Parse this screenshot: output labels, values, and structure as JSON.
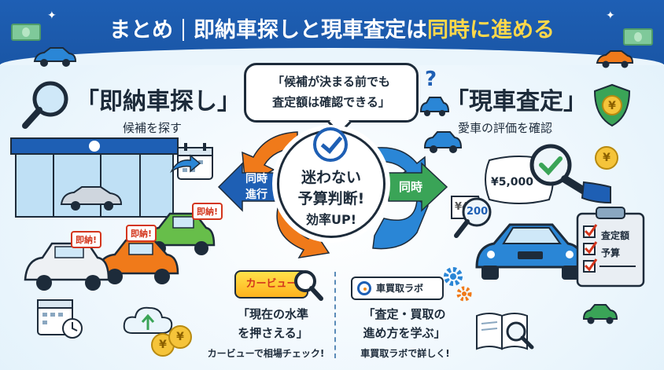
{
  "header": {
    "title_part1": "まとめ",
    "title_part2": "即納車探しと現車査定は",
    "title_highlight": "同時に進める"
  },
  "left": {
    "heading": "「即納車探し」",
    "subheading": "候補を探す",
    "badges": [
      "即納!",
      "即納!",
      "即納!"
    ]
  },
  "right": {
    "heading": "「現車査定」",
    "subheading": "愛車の評価を確認",
    "price_tag": "¥5,000",
    "price_partial": "¥4",
    "price_mag": "200",
    "coin_symbol": "¥",
    "checklist": [
      "査定額",
      "予算"
    ]
  },
  "bubble": {
    "line1": "「候補が決まる前でも",
    "line2": "査定額は確認できる」"
  },
  "center": {
    "line1": "迷わない",
    "line2": "予算判断!",
    "line3": "効率UP!"
  },
  "arrows": {
    "left_label_1": "同時",
    "left_label_2": "進行",
    "right_label": "同時"
  },
  "cards": {
    "left": {
      "tag": "カービュー",
      "title_1": "「現在の水準",
      "title_2": "を押さえる」",
      "note": "カービューで相場チェック!"
    },
    "right": {
      "tag": "車買取ラボ",
      "title_1": "「査定・買取の",
      "title_2": "進め方を学ぶ」",
      "note": "車買取ラボで詳しく!"
    }
  },
  "bottom_coins": [
    "¥",
    "¥"
  ],
  "colors": {
    "header_blue": "#1e5fb4",
    "highlight_yellow": "#ffd84a",
    "arrow_orange": "#f07a1a",
    "arrow_blue": "#2a86d6",
    "arrow_green": "#3aa457",
    "shield_green": "#3aa457"
  },
  "icons": [
    "magnifier-icon",
    "calendar-icon",
    "question-mark-icon",
    "shield-yen-icon",
    "check-circle-icon",
    "clock-icon",
    "cloud-upload-icon",
    "gear-icon",
    "book-icon",
    "clipboard-icon"
  ]
}
